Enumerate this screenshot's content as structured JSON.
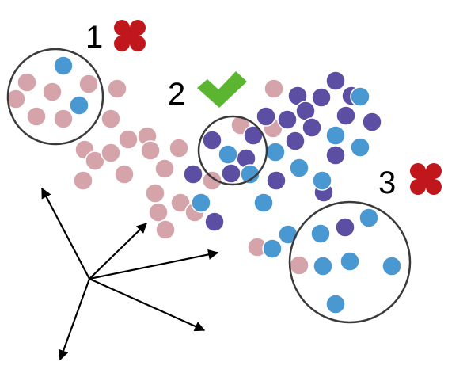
{
  "labels": {
    "one": "1",
    "two": "2",
    "three": "3"
  },
  "marks": {
    "one": "cross-icon",
    "two": "check-icon",
    "three": "cross-icon"
  },
  "colors": {
    "background": "#ffffff",
    "pink_points": "#d4a4aa",
    "purple_points": "#5b4ea3",
    "blue_points": "#4a98d2",
    "point_stroke": "#ffffff",
    "circle_stroke": "#3a3a3a",
    "cross": "#c0171c",
    "check": "#5cb531",
    "arrows": "#000000",
    "label_text": "#000000"
  }
}
